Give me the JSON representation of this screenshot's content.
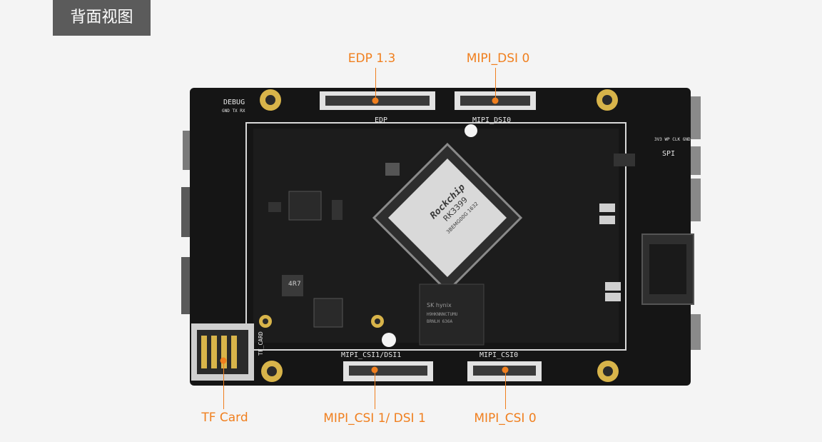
{
  "header": {
    "title": "背面视图"
  },
  "colors": {
    "accent": "#f07f1e",
    "badge_bg": "#5b5b5b",
    "board": "#151515",
    "silkscreen": "#e8e8e8",
    "gold_pad": "#d8b44a"
  },
  "callouts": {
    "edp": "EDP 1.3",
    "mipi_dsi0": "MIPI_DSI 0",
    "tf_card": "TF Card",
    "mipi_csi1_dsi1": "MIPI_CSI 1/ DSI 1",
    "mipi_csi0": "MIPI_CSI 0"
  },
  "silkscreen": {
    "debug": "DEBUG",
    "debug_pins": "GND TX RX",
    "edp": "EDP",
    "mipi_dsi0": "MIPI_DSI0",
    "mipi_csi1_dsi1": "MIPI_CSI1/DSI1",
    "mipi_csi0": "MIPI_CSI0",
    "spi_pins": "3V3 WP CLK GND",
    "spi": "SPI",
    "tf_card": "TF_CARD",
    "soc_brand": "Rockchip",
    "soc_model": "RK3399",
    "soc_code": "3BEMG00G 1632",
    "ram_brand": "SK hynix",
    "ram_code1": "H9HKNNNCTUMU",
    "ram_code2": "BRNLH 636A",
    "inductor": "4R7"
  }
}
